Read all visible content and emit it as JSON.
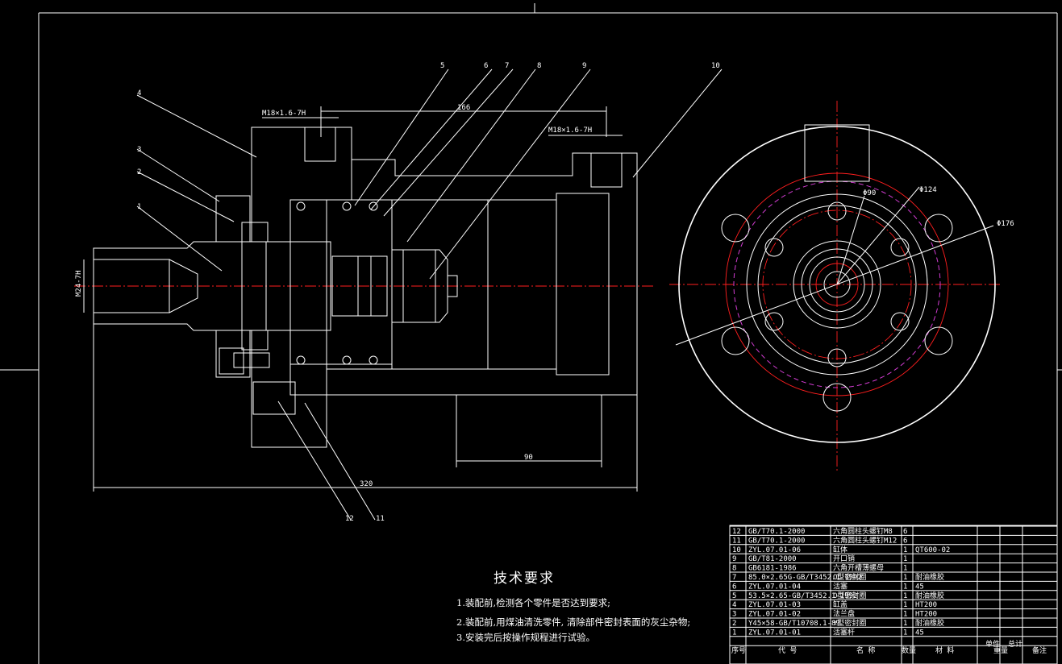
{
  "drawing": {
    "part_labels": [
      "1",
      "2",
      "3",
      "4",
      "5",
      "6",
      "7",
      "8",
      "9",
      "10",
      "11",
      "12"
    ],
    "dimensions": {
      "thread_left": "M18×1.6-7H",
      "thread_right": "M18×1.6-7H",
      "length_top": "166",
      "length_inner": "90",
      "length_total": "320",
      "thread_shaft": "M24-7H",
      "dia_90": "Φ90",
      "dia_124": "Φ124",
      "dia_176": "Φ176"
    }
  },
  "tech": {
    "title": "技术要求",
    "lines": [
      "1.装配前,检测各个零件是否达到要求;",
      "2.装配前,用煤油清洗零件, 清除部件密封表面的灰尘杂物;",
      "3.安装完后按操作规程进行试验。"
    ]
  },
  "bom": {
    "rows": [
      {
        "no": "12",
        "code": "GB/T70.1-2000",
        "name": "六角圆柱头螺钉M8",
        "qty": "6",
        "mat": ""
      },
      {
        "no": "11",
        "code": "GB/T70.1-2000",
        "name": "六角圆柱头螺钉M12",
        "qty": "6",
        "mat": ""
      },
      {
        "no": "10",
        "code": "ZYL.07.01-06",
        "name": "缸体",
        "qty": "1",
        "mat": "QT600-02"
      },
      {
        "no": "9",
        "code": "GB/T81-2000",
        "name": "开口销",
        "qty": "1",
        "mat": ""
      },
      {
        "no": "8",
        "code": "GB6181-1986",
        "name": "六角开槽薄螺母",
        "qty": "1",
        "mat": ""
      },
      {
        "no": "7",
        "code": "85.0×2.65G-GB/T3452.1-1992",
        "name": "O型密封圈",
        "qty": "1",
        "mat": "耐油橡胶"
      },
      {
        "no": "6",
        "code": "ZYL.07.01-04",
        "name": "活塞",
        "qty": "1",
        "mat": "45"
      },
      {
        "no": "5",
        "code": "53.5×2.65-GB/T3452.1-1992",
        "name": "O型密封圈",
        "qty": "1",
        "mat": "耐油橡胶"
      },
      {
        "no": "4",
        "code": "ZYL.07.01-03",
        "name": "缸盖",
        "qty": "1",
        "mat": "HT200"
      },
      {
        "no": "3",
        "code": "ZYL.07.01-02",
        "name": "法兰盘",
        "qty": "1",
        "mat": "HT200"
      },
      {
        "no": "2",
        "code": "Y45×58-GB/T10708.1-89",
        "name": "Y型密封圈",
        "qty": "1",
        "mat": "耐油橡胶"
      },
      {
        "no": "1",
        "code": "ZYL.07.01-01",
        "name": "活塞杆",
        "qty": "1",
        "mat": "45"
      }
    ],
    "header": {
      "no": "序号",
      "code": "代 号",
      "name": "名 称",
      "qty": "数量",
      "mat": "材 料",
      "single": "单件",
      "total": "总计",
      "weight": "重量",
      "note": "备注"
    }
  }
}
